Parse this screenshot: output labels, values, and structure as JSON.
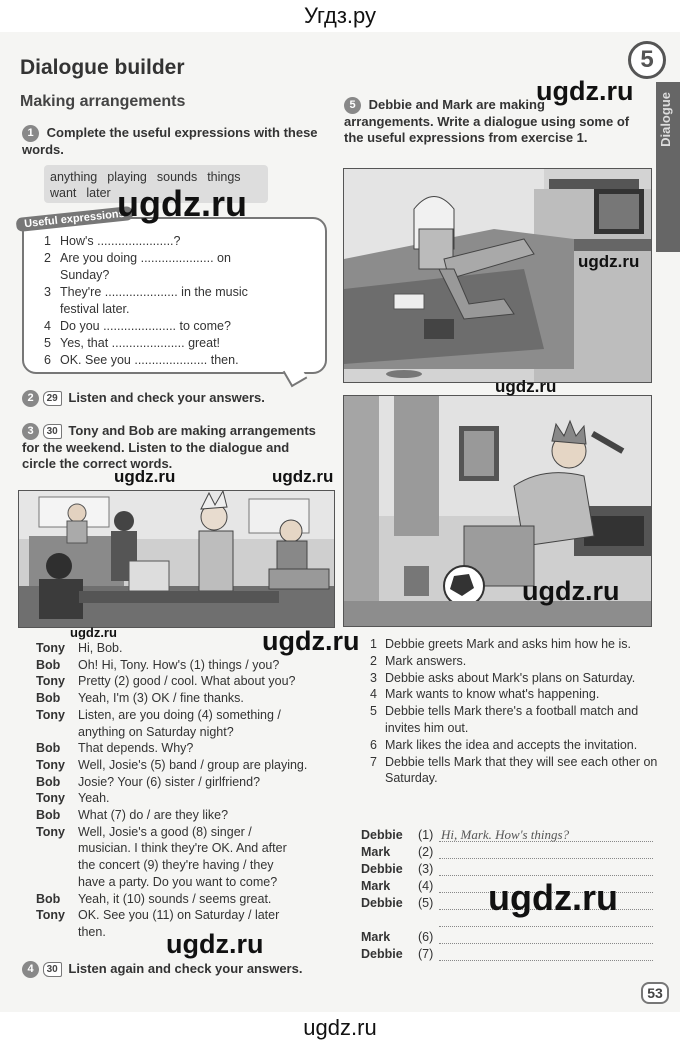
{
  "header": {
    "site": "Угдз.ру"
  },
  "footer": {
    "site": "ugdz.ru"
  },
  "watermark": "ugdz.ru",
  "unit": "5",
  "side_tab": "Dialogue",
  "title": "Dialogue builder",
  "subtitle": "Making arrangements",
  "exercise1": {
    "num": "1",
    "instruction": "Complete the useful expressions with these words.",
    "words": [
      "anything",
      "playing",
      "sounds",
      "things",
      "want",
      "later"
    ],
    "box_label": "Useful expressions",
    "lines": [
      {
        "n": "1",
        "t": "How's ......................?"
      },
      {
        "n": "2",
        "t": "Are you doing ..................... on"
      },
      {
        "n": "",
        "t": "Sunday?"
      },
      {
        "n": "3",
        "t": "They're ..................... in the music"
      },
      {
        "n": "",
        "t": "festival later."
      },
      {
        "n": "4",
        "t": "Do you ..................... to come?"
      },
      {
        "n": "5",
        "t": "Yes, that ..................... great!"
      },
      {
        "n": "6",
        "t": "OK. See you ..................... then."
      }
    ]
  },
  "exercise2": {
    "num": "2",
    "track": "29",
    "instruction": "Listen and check your answers."
  },
  "exercise3": {
    "num": "3",
    "track": "30",
    "instruction": "Tony and Bob are making arrangements for the weekend. Listen to the dialogue and circle the correct words."
  },
  "dialogue": [
    {
      "sp": "Tony",
      "t": "Hi, Bob."
    },
    {
      "sp": "Bob",
      "t": "Oh! Hi, Tony. How's (1) things / you?"
    },
    {
      "sp": "Tony",
      "t": "Pretty (2) good / cool. What about you?"
    },
    {
      "sp": "Bob",
      "t": "Yeah, I'm (3) OK / fine thanks."
    },
    {
      "sp": "Tony",
      "t": "Listen, are you doing (4) something /"
    },
    {
      "sp": "",
      "t": "anything on Saturday night?"
    },
    {
      "sp": "Bob",
      "t": "That depends. Why?"
    },
    {
      "sp": "Tony",
      "t": "Well, Josie's (5) band / group are playing."
    },
    {
      "sp": "Bob",
      "t": "Josie? Your (6) sister / girlfriend?"
    },
    {
      "sp": "Tony",
      "t": "Yeah."
    },
    {
      "sp": "Bob",
      "t": "What (7) do / are they like?"
    },
    {
      "sp": "Tony",
      "t": "Well, Josie's a good (8) singer /"
    },
    {
      "sp": "",
      "t": "musician. I think they're OK. And after"
    },
    {
      "sp": "",
      "t": "the concert (9) they're having / they"
    },
    {
      "sp": "",
      "t": "have a party. Do you want to come?"
    },
    {
      "sp": "Bob",
      "t": "Yeah, it (10) sounds / seems great."
    },
    {
      "sp": "Tony",
      "t": "OK. See you (11) on Saturday / later"
    },
    {
      "sp": "",
      "t": "then."
    }
  ],
  "exercise4": {
    "num": "4",
    "track": "30",
    "instruction": "Listen again and check your answers."
  },
  "exercise5": {
    "num": "5",
    "instruction": "Debbie and Mark are making arrangements. Write a dialogue using some of the useful expressions from exercise 1."
  },
  "tasks": [
    {
      "n": "1",
      "t": "Debbie greets Mark and asks him how he is."
    },
    {
      "n": "2",
      "t": "Mark answers."
    },
    {
      "n": "3",
      "t": "Debbie asks about Mark's plans on Saturday."
    },
    {
      "n": "4",
      "t": "Mark wants to know what's happening."
    },
    {
      "n": "5",
      "t": "Debbie tells Mark there's a football match and invites him out."
    },
    {
      "n": "6",
      "t": "Mark likes the idea and accepts the invitation."
    },
    {
      "n": "7",
      "t": "Debbie tells Mark that they will see each other on Saturday."
    }
  ],
  "answers": [
    {
      "sp": "Debbie",
      "n": "(1)",
      "hw": "Hi, Mark. How's things?"
    },
    {
      "sp": "Mark",
      "n": "(2)",
      "hw": ""
    },
    {
      "sp": "Debbie",
      "n": "(3)",
      "hw": ""
    },
    {
      "sp": "Mark",
      "n": "(4)",
      "hw": ""
    },
    {
      "sp": "Debbie",
      "n": "(5)",
      "hw": ""
    },
    {
      "sp": "",
      "n": "",
      "hw": ""
    },
    {
      "sp": "Mark",
      "n": "(6)",
      "hw": ""
    },
    {
      "sp": "Debbie",
      "n": "(7)",
      "hw": ""
    }
  ],
  "page_number": "53"
}
